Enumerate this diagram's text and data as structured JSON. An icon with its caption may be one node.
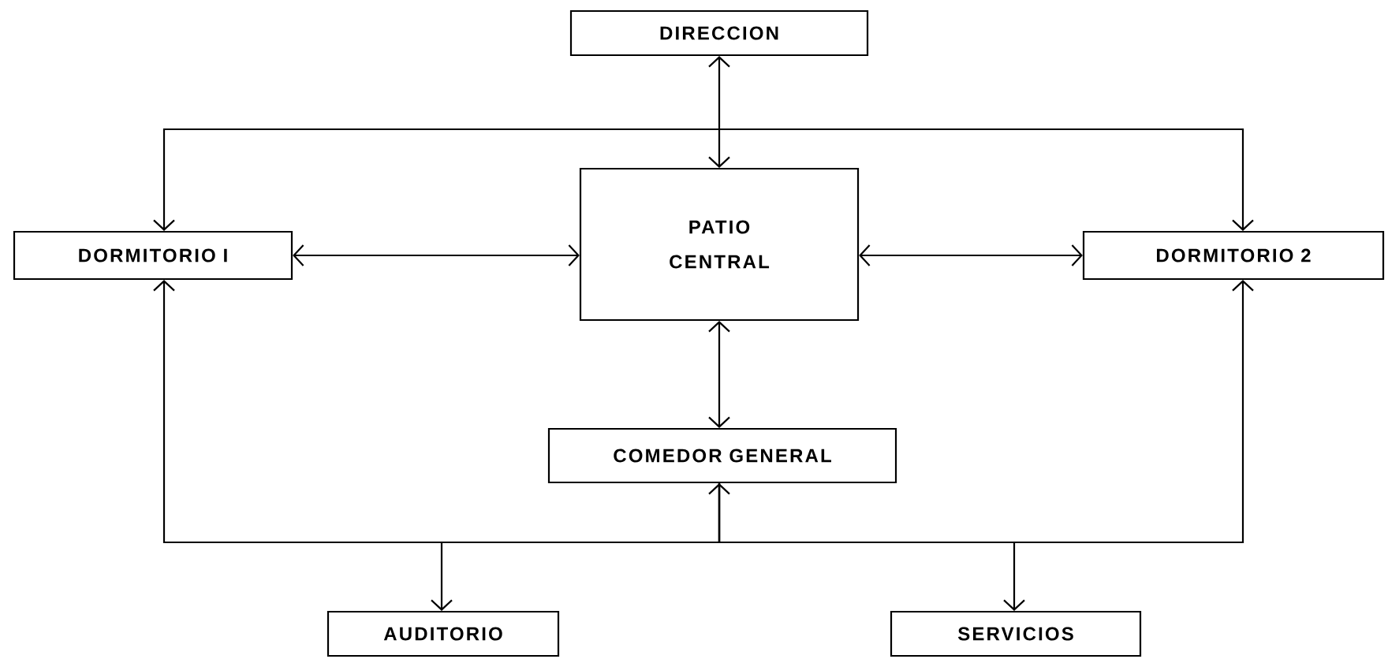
{
  "diagram": {
    "nodes": [
      {
        "text": [
          "DIRECCION"
        ]
      },
      {
        "text": [
          "DORMITORIO I"
        ]
      },
      {
        "text": [
          "PATIO CENTRAL"
        ]
      },
      {
        "text": [
          "DORMITORIO 2"
        ]
      },
      {
        "text": [
          "COMEDOR GENERAL"
        ]
      },
      {
        "text": [
          "AUDITORIO"
        ]
      },
      {
        "text": [
          "SERVICIOS"
        ]
      }
    ],
    "edges": [
      {
        "from": 0,
        "to": 2,
        "arrow": "both"
      },
      {
        "from": 1,
        "to": 2,
        "arrow": "both"
      },
      {
        "from": 2,
        "to": 3,
        "arrow": "both"
      },
      {
        "from": 1,
        "to": 3,
        "arrow": "both"
      },
      {
        "from": 2,
        "to": 4,
        "arrow": "both"
      },
      {
        "from": 4,
        "to": 1,
        "arrow": "both"
      },
      {
        "from": 4,
        "to": 3,
        "arrow": "to"
      },
      {
        "from": 4,
        "to": 5,
        "arrow": "to"
      },
      {
        "from": 4,
        "to": 6,
        "arrow": "to"
      }
    ]
  }
}
